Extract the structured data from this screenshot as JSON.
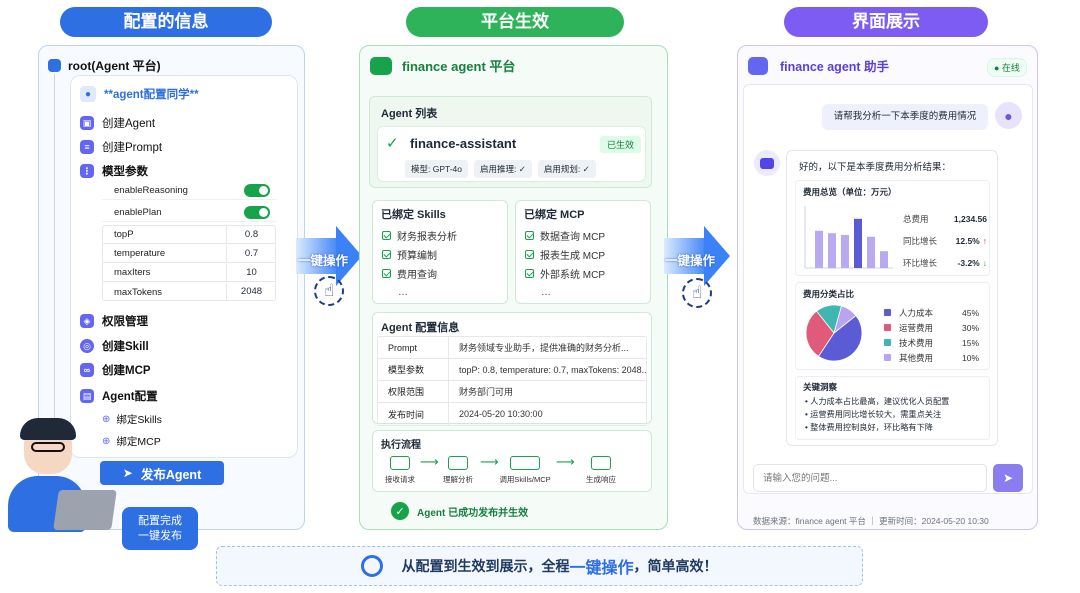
{
  "headers": {
    "config": "配置的信息",
    "platform": "平台生效",
    "display": "界面展示"
  },
  "colors": {
    "blue": "#2f6fe4",
    "green": "#2eb35a",
    "purple": "#7c5cf2"
  },
  "config_panel": {
    "root_label": "root(Agent 平台)",
    "section_title": "**agent配置同学**",
    "items": {
      "create_agent": "创建Agent",
      "create_prompt": "创建Prompt",
      "model_params": "模型参数",
      "permissions": "权限管理",
      "create_skill": "创建Skill",
      "create_mcp": "创建MCP",
      "agent_config": "Agent配置",
      "bind_skills": "绑定Skills",
      "bind_mcp": "绑定MCP"
    },
    "toggles": [
      {
        "label": "enableReasoning",
        "on": true
      },
      {
        "label": "enablePlan",
        "on": true
      }
    ],
    "params": [
      {
        "key": "topP",
        "value": "0.8"
      },
      {
        "key": "temperature",
        "value": "0.7"
      },
      {
        "key": "maxIters",
        "value": "10"
      },
      {
        "key": "maxTokens",
        "value": "2048"
      }
    ],
    "publish_button": "发布Agent",
    "bubble_line1": "配置完成",
    "bubble_line2": "一键发布"
  },
  "arrows": {
    "left": "一键操作",
    "right": "一键操作"
  },
  "platform_panel": {
    "title": "finance agent 平台",
    "agent_list_title": "Agent 列表",
    "agent_name": "finance-assistant",
    "agent_status": "已生效",
    "tags": [
      "模型: GPT-4o",
      "启用推理: ✓",
      "启用规划: ✓"
    ],
    "skills_title": "已绑定 Skills",
    "skills": [
      "财务报表分析",
      "预算编制",
      "费用查询"
    ],
    "mcp_title": "已绑定 MCP",
    "mcps": [
      "数据查询 MCP",
      "报表生成 MCP",
      "外部系统 MCP"
    ],
    "ellipsis": "…",
    "config_title": "Agent 配置信息",
    "config_rows": [
      {
        "key": "Prompt",
        "value": "财务领域专业助手，提供准确的财务分析..."
      },
      {
        "key": "模型参数",
        "value": "topP: 0.8, temperature: 0.7, maxTokens: 2048..."
      },
      {
        "key": "权限范围",
        "value": "财务部门可用"
      },
      {
        "key": "发布时间",
        "value": "2024-05-20 10:30:00"
      }
    ],
    "flow_title": "执行流程",
    "flow_steps": [
      "接收请求",
      "理解分析",
      "调用Skills/MCP",
      "生成响应"
    ],
    "success_msg": "Agent 已成功发布并生效"
  },
  "display_panel": {
    "title": "finance agent 助手",
    "status": "● 在线",
    "user_msg": "请帮我分析一下本季度的费用情况",
    "bot_intro": "好的，以下是本季度费用分析结果：",
    "overview_title": "费用总览（单位：万元）",
    "stats": [
      {
        "label": "总费用",
        "value": "1,234.56",
        "trend": ""
      },
      {
        "label": "同比增长",
        "value": "12.5%",
        "trend": "↑"
      },
      {
        "label": "环比增长",
        "value": "-3.2%",
        "trend": "↓"
      }
    ],
    "bar_values": [
      0.62,
      0.58,
      0.55,
      0.82,
      0.52,
      0.28
    ],
    "breakdown_title": "费用分类占比",
    "breakdown": [
      {
        "name": "人力成本",
        "pct": "45%",
        "value": 45,
        "color": "#5b5bd6"
      },
      {
        "name": "运营费用",
        "pct": "30%",
        "value": 30,
        "color": "#e05a7a"
      },
      {
        "name": "技术费用",
        "pct": "15%",
        "value": 15,
        "color": "#3fb6b2"
      },
      {
        "name": "其他费用",
        "pct": "10%",
        "value": 10,
        "color": "#b8a4f0"
      }
    ],
    "insights_title": "关键洞察",
    "insights": [
      "人力成本占比最高，建议优化人员配置",
      "运营费用同比增长较大，需重点关注",
      "整体费用控制良好，环比略有下降"
    ],
    "input_placeholder": "请输入您的问题...",
    "footer": "数据来源：finance agent 平台 ｜ 更新时间：2024-05-20 10:30"
  },
  "banner": {
    "prefix": "从配置到生效到展示，全程",
    "highlight": "一键操作",
    "suffix": "，简单高效！"
  }
}
